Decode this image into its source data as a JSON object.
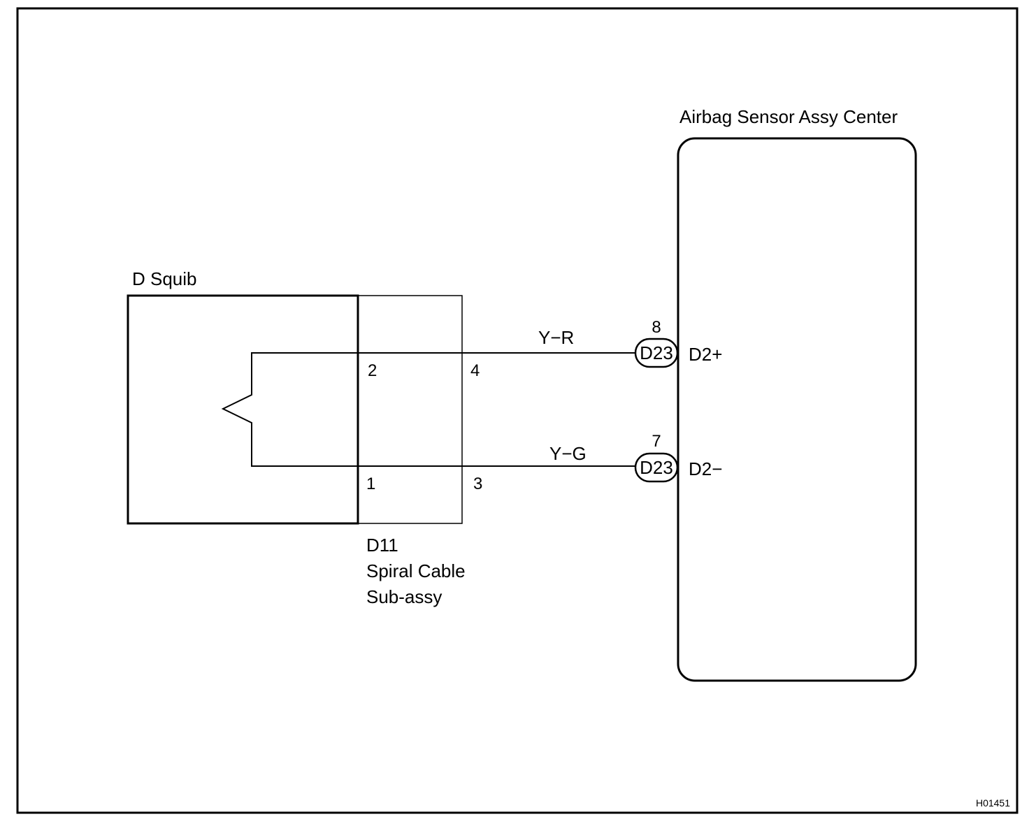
{
  "components": {
    "squib": {
      "label": "D Squib"
    },
    "spiral_cable": {
      "code": "D11",
      "name_line1": "Spiral Cable",
      "name_line2": "Sub-assy",
      "pins": {
        "left_top": "2",
        "left_bottom": "1",
        "right_top": "4",
        "right_bottom": "3"
      }
    },
    "airbag_sensor": {
      "label": "Airbag Sensor Assy Center",
      "terminal_top": "D2+",
      "terminal_bottom": "D2−"
    }
  },
  "wires": {
    "top": {
      "color_code": "Y−R"
    },
    "bottom": {
      "color_code": "Y−G"
    }
  },
  "connectors": {
    "top": {
      "code": "D23",
      "pin": "8"
    },
    "bottom": {
      "code": "D23",
      "pin": "7"
    }
  },
  "figure_id": "H01451"
}
